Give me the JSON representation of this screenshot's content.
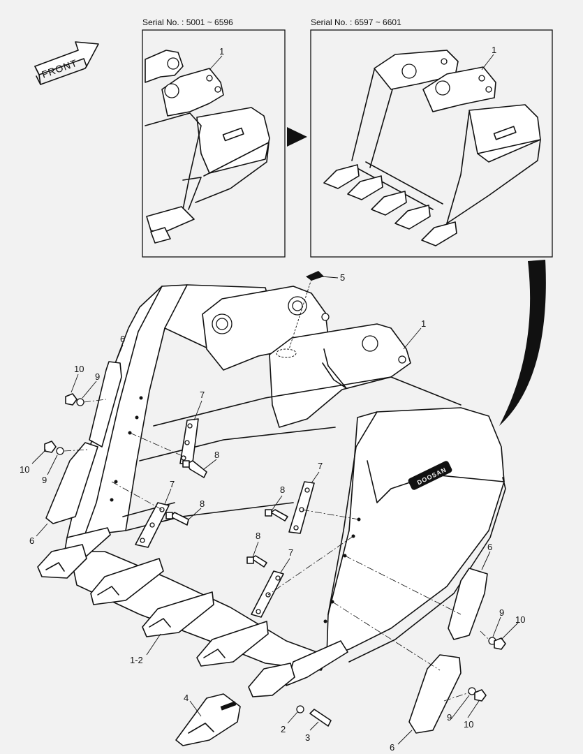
{
  "direction": {
    "label": "FRONT"
  },
  "insets": [
    {
      "serial": "Serial No. : 5001 ~ 6596",
      "callout": "1"
    },
    {
      "serial": "Serial No. : 6597 ~ 6601",
      "callout": "1"
    }
  ],
  "brand": "DOOSAN",
  "callouts": {
    "c1": "1",
    "c1_2": "1-2",
    "c2": "2",
    "c3": "3",
    "c4": "4",
    "c5": "5",
    "c6a": "6",
    "c6b": "6",
    "c6c": "6",
    "c6d": "6",
    "c7a": "7",
    "c7b": "7",
    "c7c": "7",
    "c7d": "7",
    "c8a": "8",
    "c8b": "8",
    "c8c": "8",
    "c8d": "8",
    "c9a": "9",
    "c9b": "9",
    "c9c": "9",
    "c9d": "9",
    "c10a": "10",
    "c10b": "10",
    "c10c": "10",
    "c10d": "10"
  },
  "colors": {
    "line": "#111111",
    "paper": "#f2f2f2",
    "part": "#ffffff"
  }
}
